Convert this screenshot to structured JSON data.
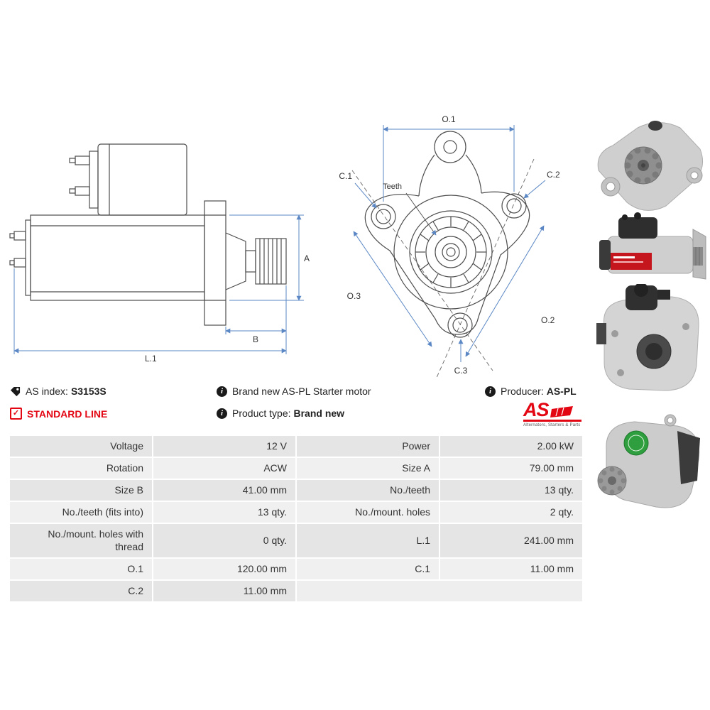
{
  "colors": {
    "accent_red": "#e30613",
    "dimension_blue": "#5b87c5",
    "table_row_dark": "#e5e5e5",
    "table_row_light": "#f0f0f0"
  },
  "diagram_side": {
    "dim_a": "A",
    "dim_b": "B",
    "dim_l1": "L.1"
  },
  "diagram_front": {
    "dim_o1": "O.1",
    "dim_o2": "O.2",
    "dim_o3": "O.3",
    "dim_c1": "C.1",
    "dim_c2": "C.2",
    "dim_c3": "C.3",
    "teeth": "Teeth"
  },
  "info": {
    "as_index_label": "AS index:",
    "as_index_value": "S3153S",
    "standard_line_label": "STANDARD LINE",
    "brand_new_text": "Brand new AS-PL Starter motor",
    "product_type_label": "Product type:",
    "product_type_value": "Brand new",
    "producer_label": "Producer:",
    "producer_value": "AS-PL"
  },
  "logo": {
    "name": "AS",
    "tagline": "Alternators, Starters & Parts"
  },
  "table": {
    "rows": [
      {
        "label1": "Voltage",
        "value1": "12 V",
        "label2": "Power",
        "value2": "2.00 kW"
      },
      {
        "label1": "Rotation",
        "value1": "ACW",
        "label2": "Size A",
        "value2": "79.00 mm"
      },
      {
        "label1": "Size B",
        "value1": "41.00 mm",
        "label2": "No./teeth",
        "value2": "13 qty."
      },
      {
        "label1": "No./teeth (fits into)",
        "value1": "13 qty.",
        "label2": "No./mount. holes",
        "value2": "2 qty."
      },
      {
        "label1": "No./mount. holes with thread",
        "value1": "0 qty.",
        "label2": "L.1",
        "value2": "241.00 mm"
      },
      {
        "label1": "O.1",
        "value1": "120.00 mm",
        "label2": "C.1",
        "value2": "11.00 mm"
      },
      {
        "label1": "C.2",
        "value1": "11.00 mm",
        "label2": "",
        "value2": ""
      }
    ]
  }
}
